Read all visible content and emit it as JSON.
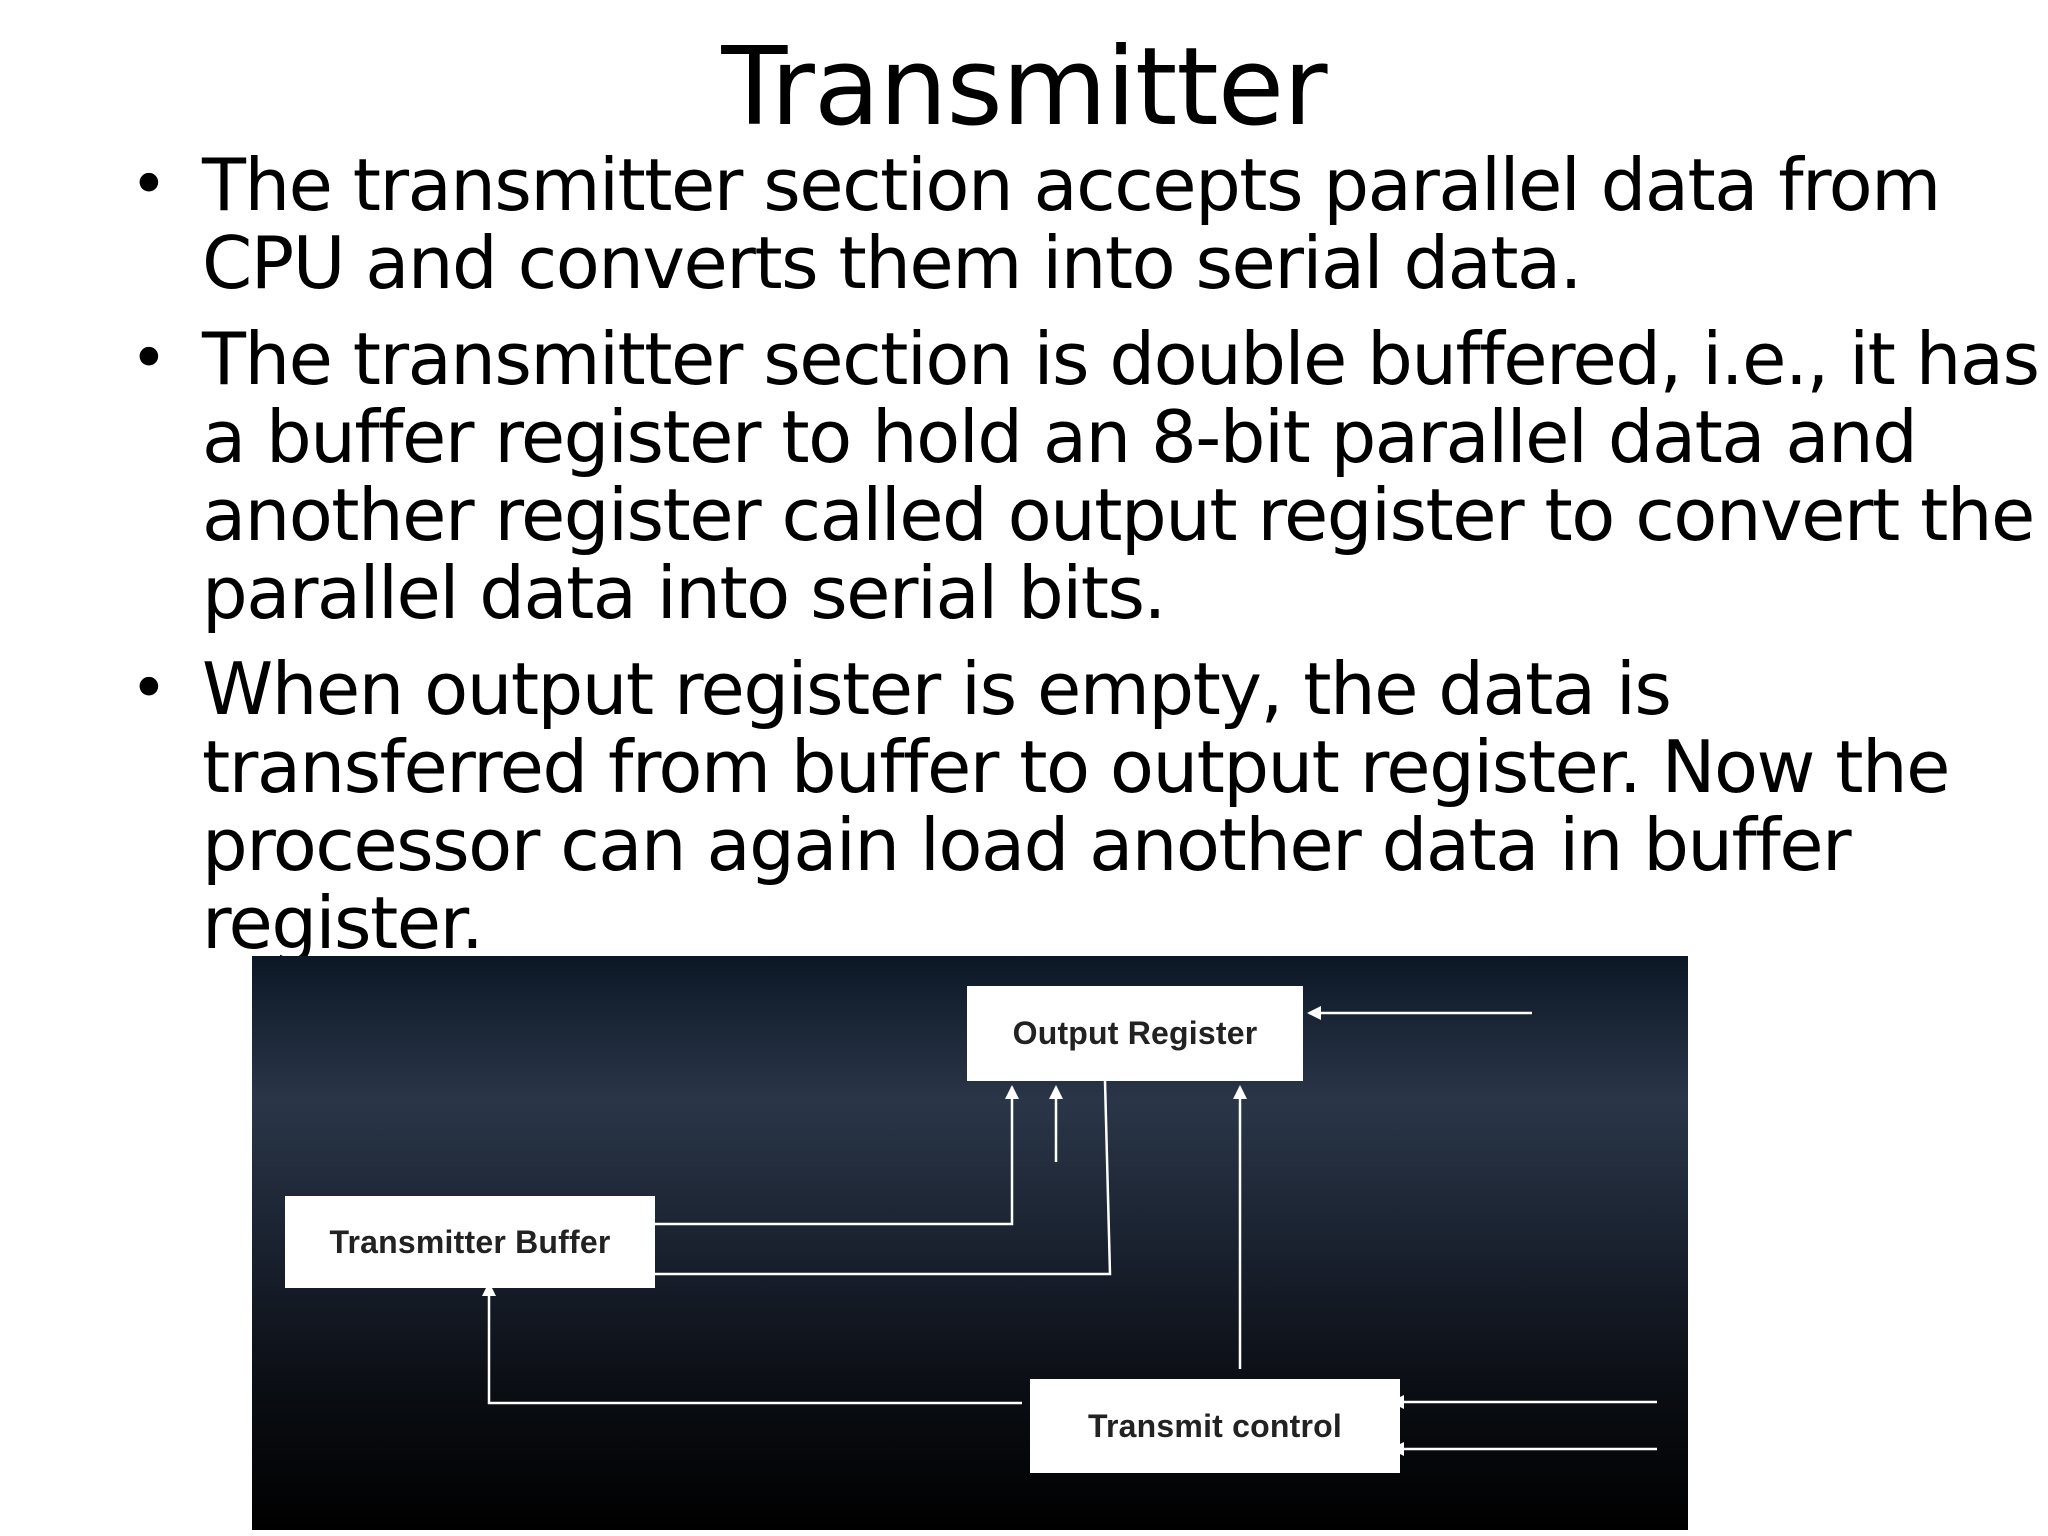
{
  "slide": {
    "title": "Transmitter",
    "bullets": [
      {
        "lines": [
          "The transmitter section accepts parallel data from",
          "CPU and converts them into serial data."
        ]
      },
      {
        "lines": [
          "The transmitter section is double buffered, i.e., it has",
          "a buffer register to hold an 8-bit parallel data and",
          "another register called output register to convert the",
          "parallel data into serial bits."
        ]
      },
      {
        "lines": [
          "When output register is empty, the data is",
          "transferred from buffer to output register. Now the",
          "processor can again load another data in buffer",
          "register."
        ]
      }
    ]
  },
  "diagram": {
    "output_register": "Output Register",
    "transmitter_buffer": "Transmitter Buffer",
    "transmit_control": "Transmit control"
  },
  "colors": {
    "text": "#000000",
    "diagram_background": "#1a2230",
    "block_fill": "#ffffff",
    "line": "#ffffff"
  }
}
